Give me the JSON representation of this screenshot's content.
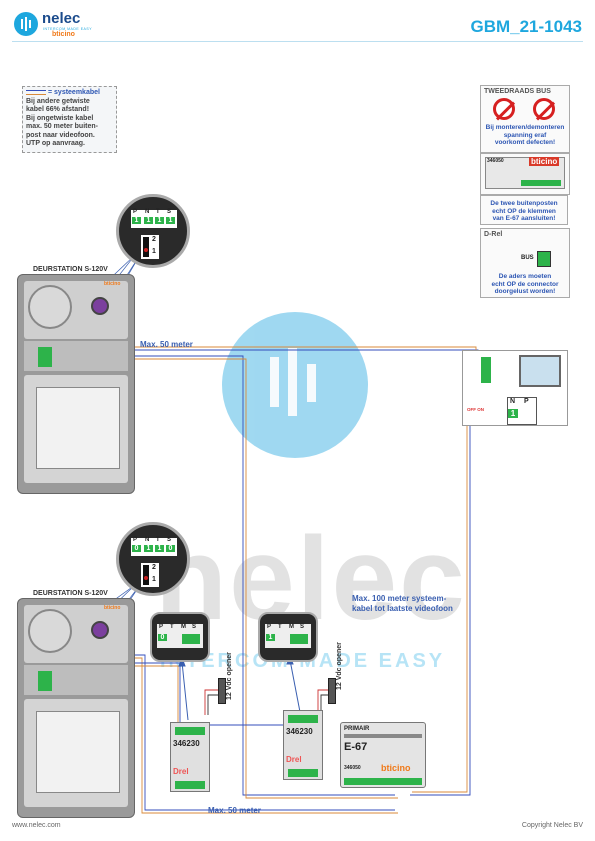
{
  "header": {
    "brand_name": "nelec",
    "brand_tagline": "INTERCOM MADE EASY",
    "brand_sub": "bticino",
    "doc_code": "GBM_21-1043"
  },
  "legend": {
    "cable_label": "= systeemkabel",
    "lines": [
      "Bij andere getwiste",
      "kabel 66% afstand!",
      "Bij ongetwiste kabel",
      "max. 50 meter buiten-",
      "post naar videofoon.",
      "UTP op aanvraag."
    ]
  },
  "stations": {
    "top_label": "DEURSTATION S-120V",
    "bottom_label": "DEURSTATION S-120V",
    "brand": "bticino",
    "top_dip": {
      "headers": [
        "P",
        "N",
        "T",
        "S"
      ],
      "values": [
        "1",
        "1",
        "1",
        "1"
      ],
      "switch": [
        "2",
        "1"
      ]
    },
    "bottom_dip": {
      "headers": [
        "P",
        "N",
        "T",
        "S"
      ],
      "values": [
        "0",
        "1",
        "1",
        "0"
      ],
      "switch": [
        "2",
        "1"
      ]
    }
  },
  "wires": {
    "top_distance": "Max. 50 meter",
    "bottom_distance": "Max. 50 meter",
    "system_note": [
      "Max. 100 meter systeem-",
      "kabel tot laatste videofoon"
    ]
  },
  "relays": {
    "model": "346230",
    "label": "Drel",
    "opener": "12 Vdc opener",
    "left_config": {
      "headers": [
        "P",
        "T",
        "M",
        "S"
      ],
      "values": [
        "0",
        "",
        "",
        ""
      ]
    },
    "right_config": {
      "headers": [
        "P",
        "T",
        "M",
        "S"
      ],
      "values": [
        "1",
        "",
        "",
        ""
      ]
    }
  },
  "power_supply": {
    "title": "PRIMAIR",
    "model": "E-67",
    "part": "346050",
    "brand": "bticino"
  },
  "monitor": {
    "headers": [
      "N",
      "P"
    ],
    "values": [
      "1",
      ""
    ],
    "switch_label": "OFF ON"
  },
  "side_panel": {
    "title": "TWEEDRAADS BUS",
    "warning": [
      "Bij monteren/demonteren",
      "spanning eraf",
      "voorkomt defecten!"
    ],
    "module_part": "346050",
    "module_brand": "bticino",
    "note1": [
      "De twee buitenposten",
      "echt OP de klemmen",
      "van E-67 aansluiten!"
    ],
    "drel_title": "D-Rel",
    "bus_label": "BUS",
    "note2": [
      "De aders moeten",
      "echt OP de connector",
      "doorgelust worden!"
    ]
  },
  "watermark": {
    "text": "nelec",
    "tagline": "INTERCOM MADE EASY"
  },
  "footer": {
    "left": "www.nelec.com",
    "right": "Copyright Nelec BV"
  },
  "colors": {
    "brand_blue": "#1ea7de",
    "wire_blue": "#334dbb",
    "wire_orange": "#d98a3a",
    "bticino_orange": "#f07a1a",
    "dip_green": "#2db34a"
  }
}
